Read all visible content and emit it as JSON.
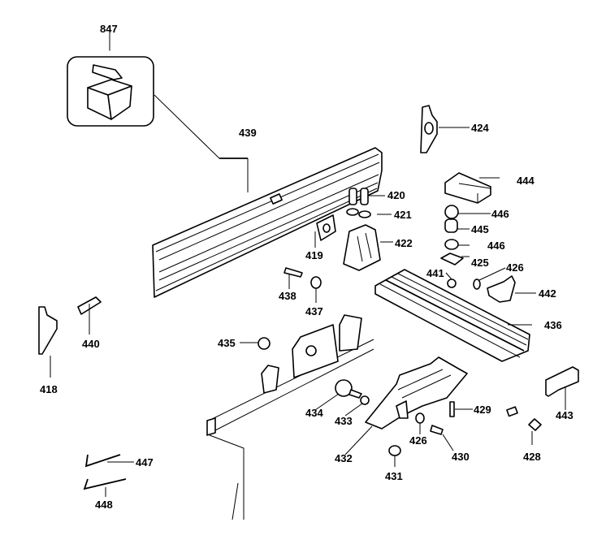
{
  "diagram": {
    "type": "exploded parts diagram",
    "background_color": "#ffffff",
    "line_color": "#000000",
    "parts": [
      {
        "id": "847",
        "label": "847",
        "item": "kit box"
      },
      {
        "id": "439",
        "label": "439",
        "item": "fence rail"
      },
      {
        "id": "424",
        "label": "424",
        "item": "end cap"
      },
      {
        "id": "444",
        "label": "444",
        "item": "clamp block"
      },
      {
        "id": "420",
        "label": "420",
        "item": "screws"
      },
      {
        "id": "421",
        "label": "421",
        "item": "washers"
      },
      {
        "id": "446a",
        "label": "446",
        "item": "bushing"
      },
      {
        "id": "445",
        "label": "445",
        "item": "spacer"
      },
      {
        "id": "446b",
        "label": "446",
        "item": "bushing"
      },
      {
        "id": "419",
        "label": "419",
        "item": "clip"
      },
      {
        "id": "422",
        "label": "422",
        "item": "bracket"
      },
      {
        "id": "425",
        "label": "425",
        "item": "plate"
      },
      {
        "id": "426a",
        "label": "426",
        "item": "washer"
      },
      {
        "id": "441",
        "label": "441",
        "item": "nut"
      },
      {
        "id": "442",
        "label": "442",
        "item": "lever"
      },
      {
        "id": "438",
        "label": "438",
        "item": "bolt"
      },
      {
        "id": "437",
        "label": "437",
        "item": "nut"
      },
      {
        "id": "436",
        "label": "436",
        "item": "rail"
      },
      {
        "id": "440",
        "label": "440",
        "item": "pin"
      },
      {
        "id": "435",
        "label": "435",
        "item": "nut"
      },
      {
        "id": "418",
        "label": "418",
        "item": "end cap"
      },
      {
        "id": "429",
        "label": "429",
        "item": "screw"
      },
      {
        "id": "443",
        "label": "443",
        "item": "pad"
      },
      {
        "id": "434",
        "label": "434",
        "item": "knob"
      },
      {
        "id": "433",
        "label": "433",
        "item": "washer"
      },
      {
        "id": "426b",
        "label": "426",
        "item": "washer"
      },
      {
        "id": "430",
        "label": "430",
        "item": "screw"
      },
      {
        "id": "428",
        "label": "428",
        "item": "nut"
      },
      {
        "id": "432",
        "label": "432",
        "item": "carriage"
      },
      {
        "id": "431",
        "label": "431",
        "item": "nut"
      },
      {
        "id": "447",
        "label": "447",
        "item": "hex key"
      },
      {
        "id": "448",
        "label": "448",
        "item": "hex key"
      }
    ]
  }
}
